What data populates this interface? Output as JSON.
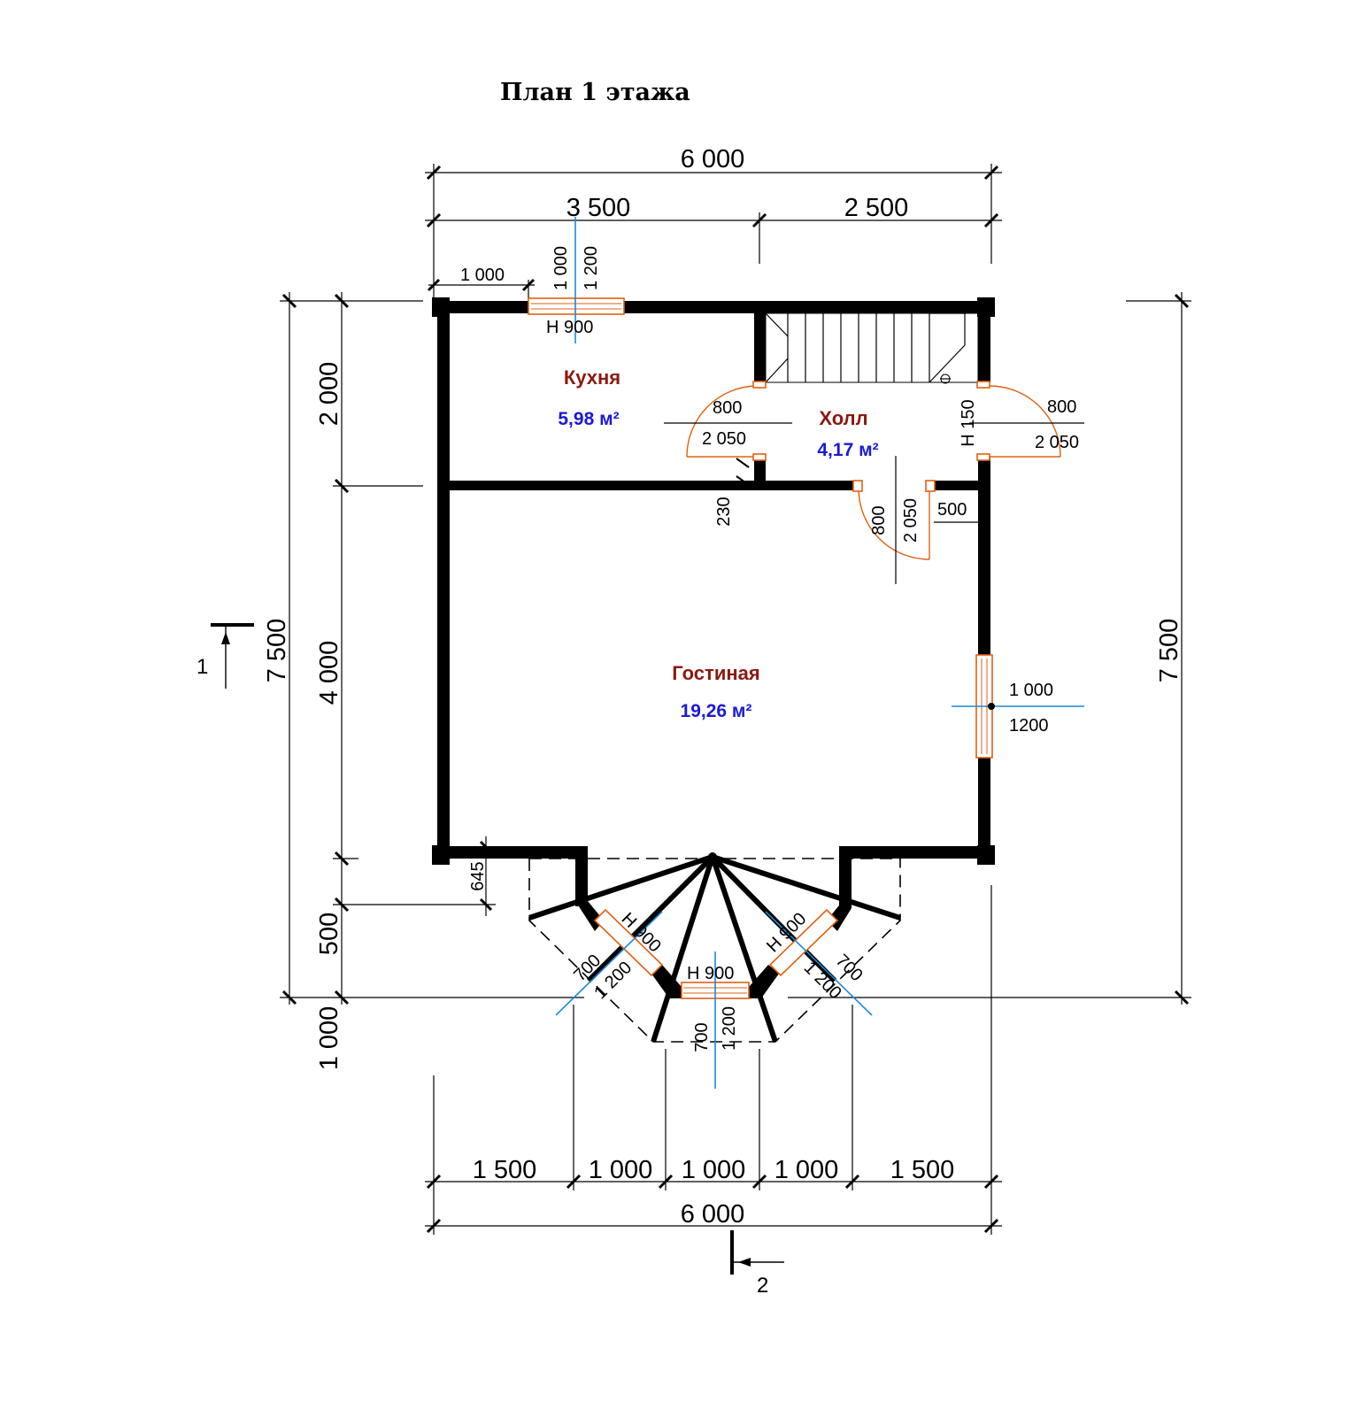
{
  "title": "План 1 этажа",
  "rooms": [
    {
      "name": "Кухня",
      "area": "5,98 м²"
    },
    {
      "name": "Холл",
      "area": "4,17 м²"
    },
    {
      "name": "Гостиная",
      "area": "19,26 м²"
    }
  ],
  "dimensions": {
    "top_total": "6 000",
    "top_left": "3 500",
    "top_right": "2 500",
    "top_offset": "1 000",
    "left_total": "7 500",
    "left_seg1": "2 000",
    "left_seg2": "4 000",
    "left_seg3": "500",
    "left_seg4": "1 000",
    "right_total": "7 500",
    "bottom_seg1": "1 500",
    "bottom_seg2": "1 000",
    "bottom_seg3": "1 000",
    "bottom_seg4": "1 000",
    "bottom_seg5": "1 500",
    "bottom_total": "6 000",
    "wall_offset": "230",
    "bay_depth": "645",
    "partition_500": "500"
  },
  "openings": {
    "kitchen_window": {
      "width": "1 000",
      "height": "1 200",
      "sill": "Н  900"
    },
    "kitchen_door": {
      "width": "800",
      "height": "2 050"
    },
    "hall_inner_door": {
      "width": "800",
      "height": "2 050"
    },
    "entrance_door": {
      "width": "800",
      "height": "2 050",
      "sill": "Н 150"
    },
    "living_window": {
      "width": "1 000",
      "height": "1200"
    },
    "bay_left_window": {
      "width": "700",
      "height": "1 200",
      "sill": "Н 900"
    },
    "bay_center_window": {
      "width": "700",
      "height": "1 200",
      "sill": "Н  900"
    },
    "bay_right_window": {
      "width": "700",
      "height": "1 200",
      "sill": "Н 900"
    }
  },
  "sections": {
    "section1": "1",
    "section2": "2"
  }
}
